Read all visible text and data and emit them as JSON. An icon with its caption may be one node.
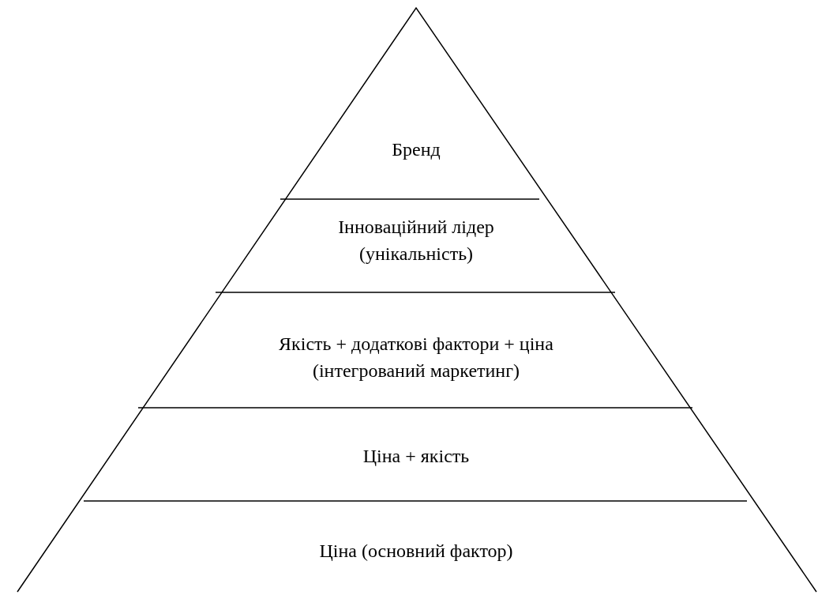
{
  "diagram": {
    "nodes": [
      {
        "text": [
          "Бренд"
        ]
      },
      {
        "text": [
          "Інноваційний лідер (унікальність)"
        ]
      },
      {
        "text": [
          "Якість + додаткові фактори + ціна (інтегрований маркетинг)"
        ]
      },
      {
        "text": [
          "Ціна + якість"
        ]
      },
      {
        "text": [
          "Ціна (основний фактор)"
        ]
      }
    ]
  }
}
